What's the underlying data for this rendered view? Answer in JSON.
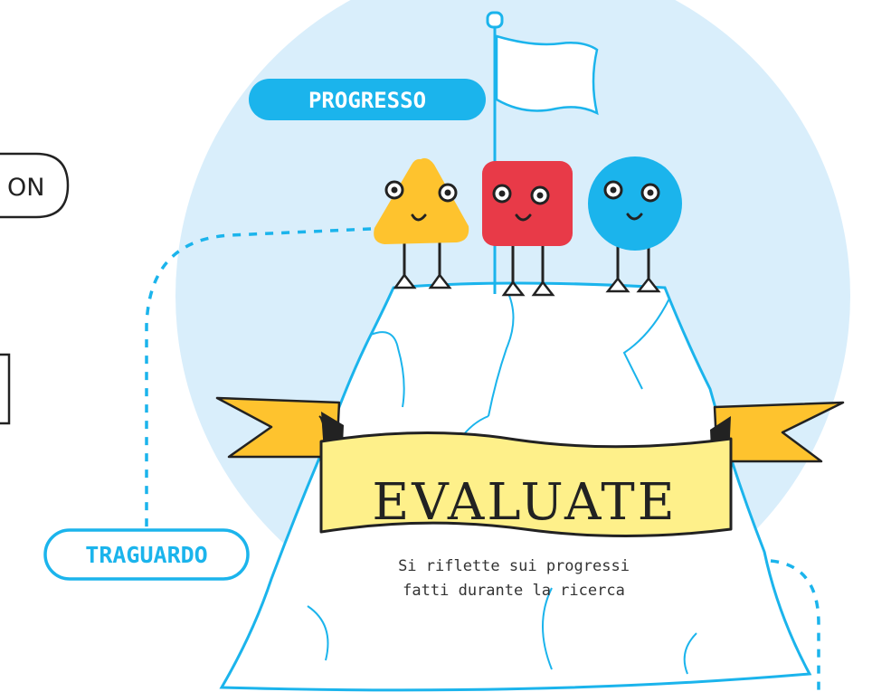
{
  "labels": {
    "progress": "PROGRESSO",
    "milestone": "TRAGUARDO",
    "partial_left_pill": "ON"
  },
  "banner": {
    "title": "EVALUATE",
    "caption_line1": "Si riflette sui progressi",
    "caption_line2": "fatti durante la ricerca"
  },
  "characters": [
    {
      "name": "triangle",
      "color": "#fec32e"
    },
    {
      "name": "square",
      "color": "#e83a48"
    },
    {
      "name": "circle",
      "color": "#1bb4ec"
    }
  ],
  "colors": {
    "sky": "#d9eefb",
    "outline": "#1bb4ec",
    "ribbon": "#fec32e",
    "banner": "#fef08a",
    "ink": "#222222"
  }
}
